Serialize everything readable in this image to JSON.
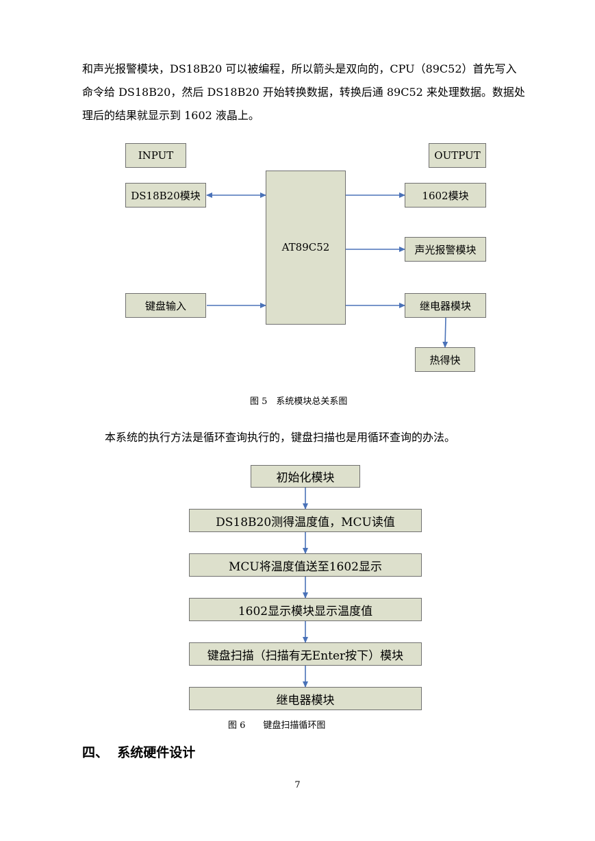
{
  "intro_lines": [
    "和声光报警模块，DS18B20 可以被编程，所以箭头是双向的，CPU（89C52）首先写入",
    "命令给 DS18B20，然后 DS18B20 开始转换数据，转换后通 89C52 来处理数据。数据处",
    "理后的结果就显示到 1602 液晶上。"
  ],
  "fig5": {
    "input_label": "INPUT",
    "output_label": "OUTPUT",
    "ds18b20": "DS18B20模块",
    "keyboard": "键盘输入",
    "mcu": "AT89C52",
    "lcd": "1602模块",
    "alarm": "声光报警模块",
    "relay": "继电器模块",
    "heater": "热得快",
    "caption": "图 5　系统模块总关系图"
  },
  "para2": "本系统的执行方法是循环查询执行的，键盘扫描也是用循环查询的办法。",
  "fig6": {
    "steps": [
      "初始化模块",
      "DS18B20测得温度值，MCU读值",
      "MCU将温度值送至1602显示",
      "1602显示模块显示温度值",
      "键盘扫描（扫描有无Enter按下）模块",
      "继电器模块"
    ],
    "caption": "图 6　　键盘扫描循环图"
  },
  "section_heading": "四、  系统硬件设计",
  "page_number": "7",
  "colors": {
    "box_fill": "#dde0cc",
    "box_border": "#6f6f6f",
    "arrow": "#4a72b8"
  }
}
